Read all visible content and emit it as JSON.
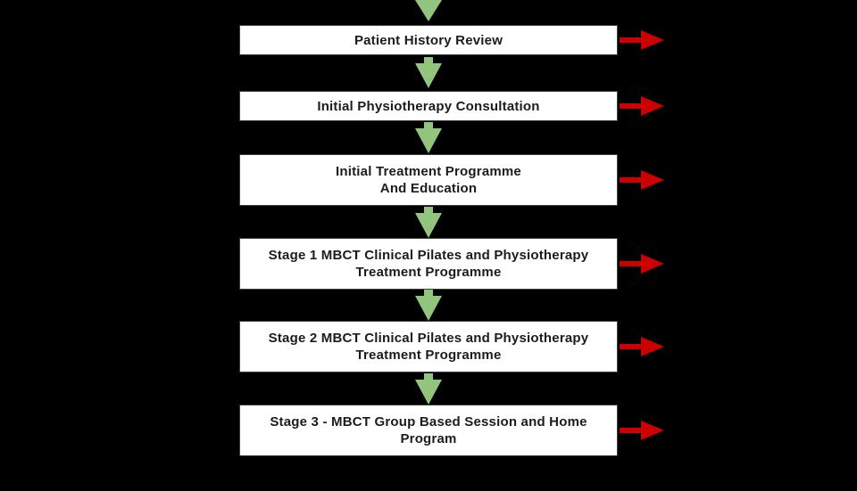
{
  "colors": {
    "background": "#000000",
    "box-bg": "#ffffff",
    "box-border": "#3d3d3d",
    "box-text": "#1c1c1c",
    "arrow-green": "#93c47d",
    "arrow-red": "#cc0000"
  },
  "icons": {
    "down_arrow": "▼",
    "right_arrow": "➡"
  },
  "flow": {
    "steps": [
      {
        "lines": [
          "Patient History Review"
        ]
      },
      {
        "lines": [
          "Initial Physiotherapy Consultation"
        ]
      },
      {
        "lines": [
          "Initial Treatment Programme",
          "And Education"
        ]
      },
      {
        "lines": [
          "Stage 1 MBCT Clinical Pilates and Physiotherapy",
          "Treatment Programme"
        ]
      },
      {
        "lines": [
          "Stage 2 MBCT Clinical Pilates and Physiotherapy",
          "Treatment Programme"
        ]
      },
      {
        "lines": [
          "Stage 3 - MBCT Group Based Session and Home",
          "Program"
        ]
      }
    ]
  }
}
